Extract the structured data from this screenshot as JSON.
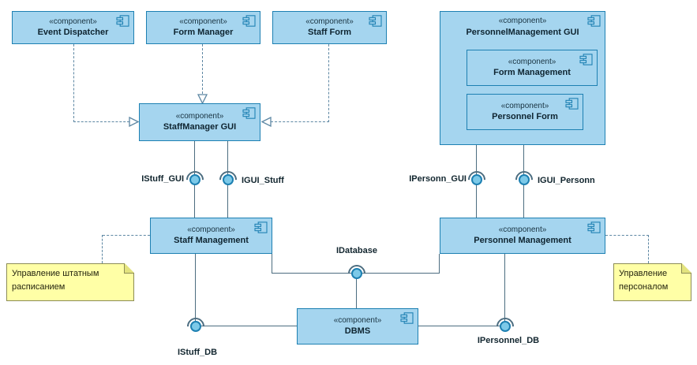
{
  "stereotype": "«component»",
  "components": {
    "event_dispatcher": "Event Dispatcher",
    "form_manager": "Form Manager",
    "staff_form": "Staff Form",
    "staffmanager_gui": "StaffManager GUI",
    "personnel_management_gui": "PersonnelManagement GUI",
    "form_management": "Form Management",
    "personnel_form": "Personnel Form",
    "staff_management": "Staff Management",
    "personnel_management": "Personnel Management",
    "dbms": "DBMS"
  },
  "interfaces": {
    "istuff_gui": "IStuff_GUI",
    "igui_stuff": "IGUI_Stuff",
    "ipersonn_gui": "IPersonn_GUI",
    "igui_personn": "IGUI_Personn",
    "idatabase": "IDatabase",
    "istuff_db": "IStuff_DB",
    "ipersonnel_db": "IPersonnel_DB"
  },
  "notes": {
    "staff_note": "Управление штатным расписанием",
    "personnel_note": "Управление персоналом"
  },
  "colors": {
    "component_fill": "#a5d5ef",
    "component_border": "#1d80b2",
    "ball_fill": "#7cc9e8",
    "note_fill": "#ffffa6",
    "note_border": "#8c8c55",
    "line": "#4c6d80",
    "dash": "#5d87a3",
    "background": "#ffffff"
  }
}
